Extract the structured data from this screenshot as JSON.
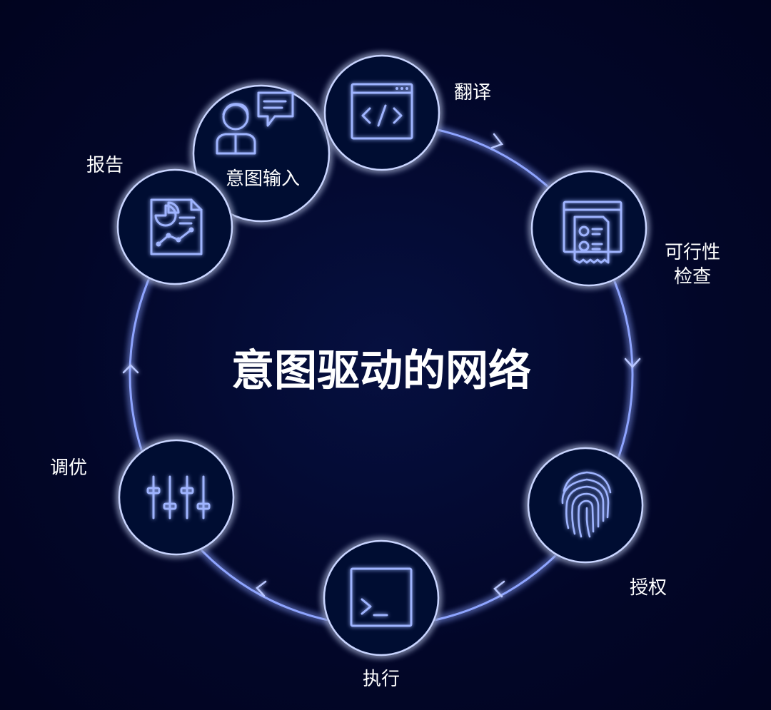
{
  "title": "意图驱动的网络",
  "nodes": [
    {
      "id": "intent-input",
      "label": "意图输入",
      "icon": "user-chat-icon"
    },
    {
      "id": "translate",
      "label": "翻译",
      "icon": "code-window-icon"
    },
    {
      "id": "feasibility-check",
      "label_line1": "可行性",
      "label_line2": "检查",
      "icon": "document-check-icon"
    },
    {
      "id": "authorize",
      "label": "授权",
      "icon": "fingerprint-icon"
    },
    {
      "id": "execute",
      "label": "执行",
      "icon": "terminal-icon"
    },
    {
      "id": "tune",
      "label": "调优",
      "icon": "sliders-icon"
    },
    {
      "id": "report",
      "label": "报告",
      "icon": "report-chart-icon"
    }
  ],
  "colors": {
    "background": "#020628",
    "ring": "#8ea4ff",
    "icon": "#9fb4ff",
    "text": "#ffffff"
  }
}
